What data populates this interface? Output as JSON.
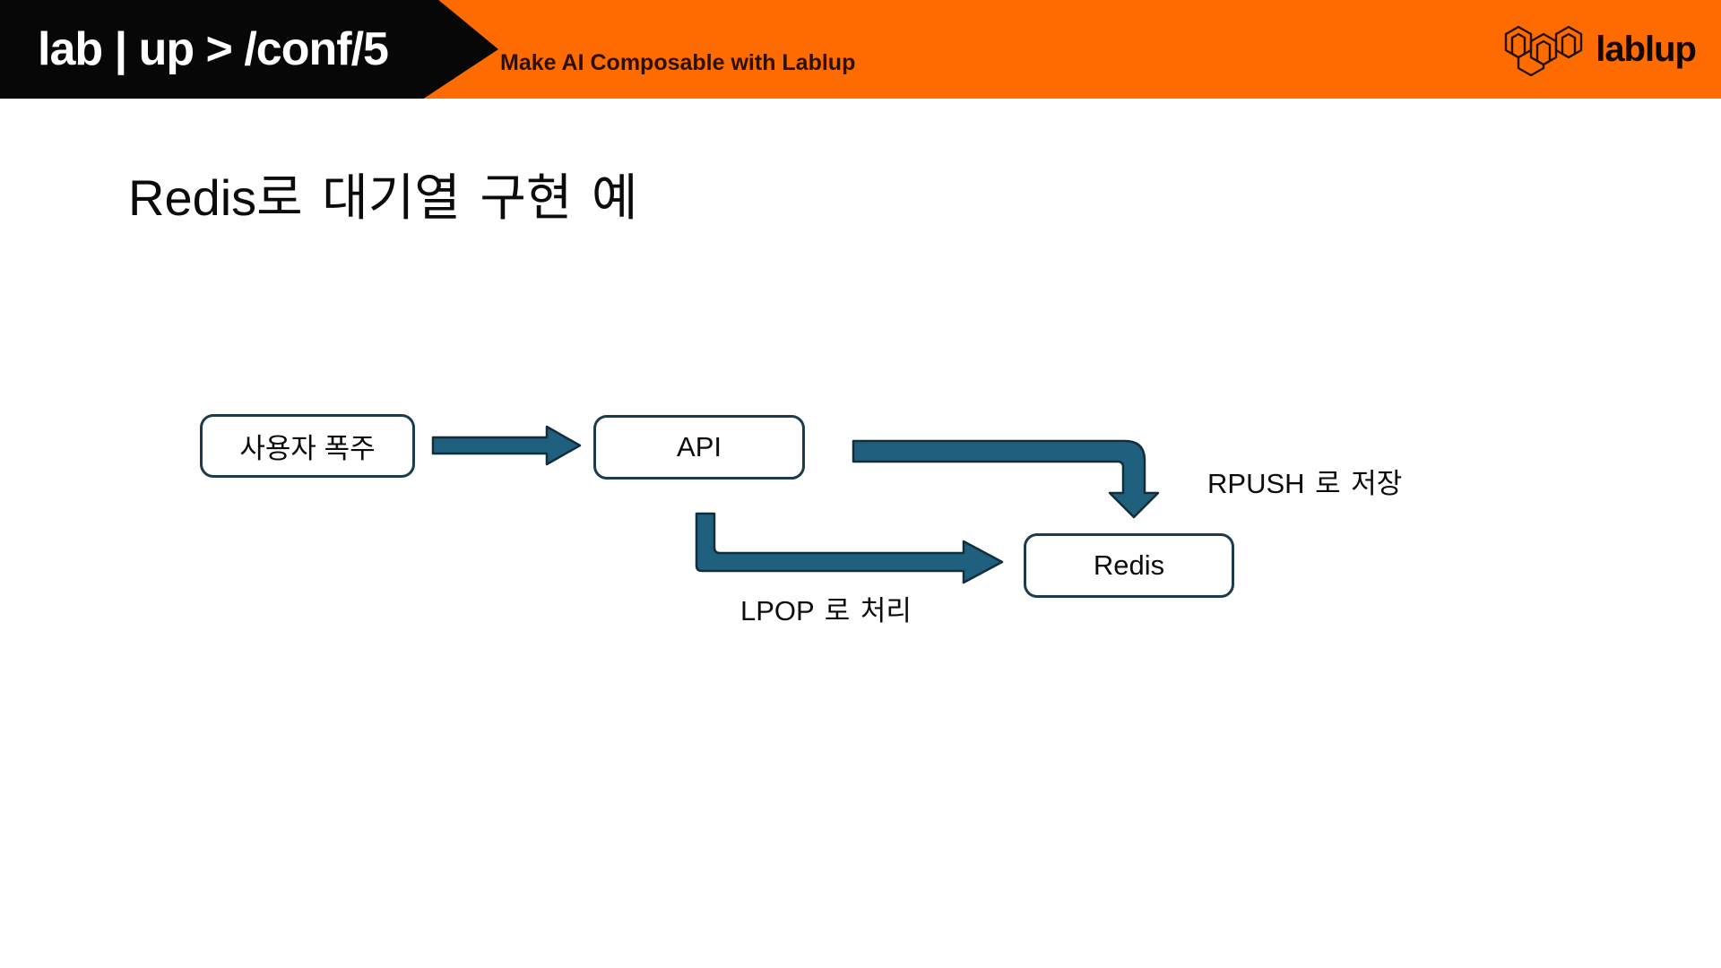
{
  "header": {
    "logo_text": "lab | up > /conf/5",
    "tagline": "Make AI Composable with Lablup",
    "brand": "lablup"
  },
  "slide": {
    "title": "Redis로 대기열 구현 예"
  },
  "diagram": {
    "nodes": [
      {
        "id": "users",
        "label": "사용자 폭주"
      },
      {
        "id": "api",
        "label": "API"
      },
      {
        "id": "redis",
        "label": "Redis"
      }
    ],
    "edges": [
      {
        "from": "users",
        "to": "api",
        "label": ""
      },
      {
        "from": "api",
        "to": "redis",
        "label": "RPUSH 로 저장"
      },
      {
        "from": "api",
        "to": "redis",
        "label": "LPOP 로 처리"
      }
    ]
  },
  "colors": {
    "header_orange": "#fe6c01",
    "banner_black": "#070707",
    "arrow_fill": "#1f607f",
    "arrow_stroke": "#112e3b",
    "box_border": "#1c3c4e",
    "text": "#0b0b0b"
  }
}
